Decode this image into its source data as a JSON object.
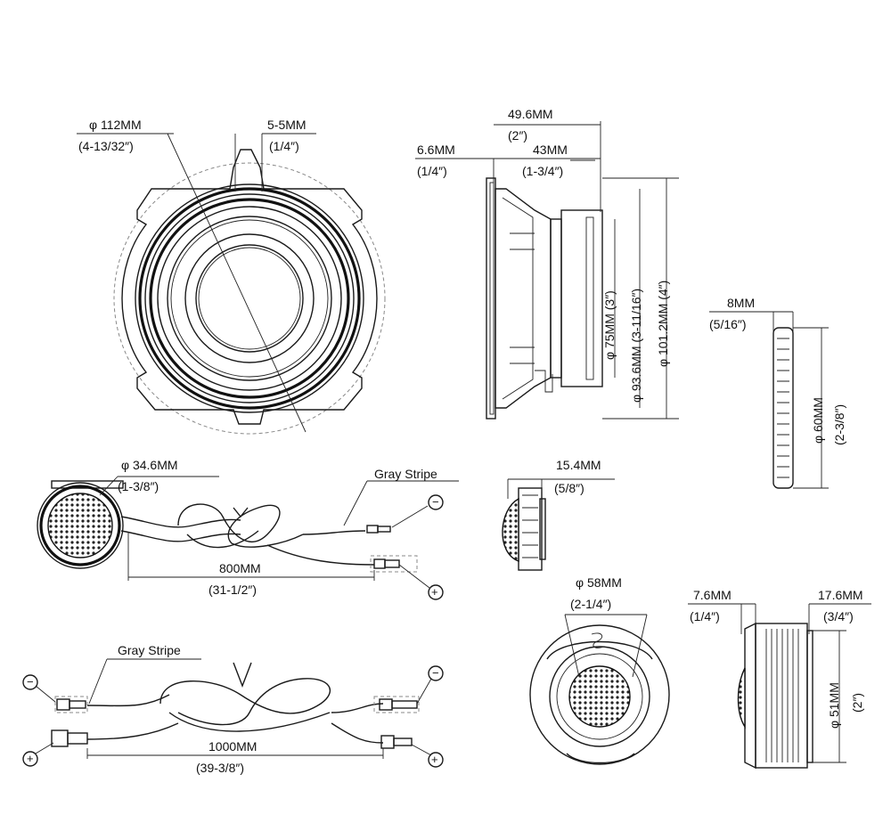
{
  "woofer_front": {
    "dia_mm": "φ 112MM",
    "dia_in": "(4-13/32″)",
    "tab_mm": "5-5MM",
    "tab_in": "(1/4″)"
  },
  "woofer_side": {
    "depth_mm": "49.6MM",
    "depth_in": "(2″)",
    "flange_mm": "6.6MM",
    "flange_in": "(1/4″)",
    "mount_mm": "43MM",
    "mount_in": "(1-3/4″)",
    "d75": "φ 75MM (3″)",
    "d93": "φ 93.6MM (3-11/16″)",
    "d101": "φ 101.2MM (4″)"
  },
  "ring": {
    "thick_mm": "8MM",
    "thick_in": "(5/16″)",
    "dia": "φ 60MM",
    "dia_in": "(2-3/8″)"
  },
  "tweeter_top": {
    "dia_mm": "φ 34.6MM",
    "dia_in": "(1-3/8″)",
    "wire_label": "Gray Stripe",
    "len_mm": "800MM",
    "len_in": "(31-1/2″)",
    "minus": "−",
    "plus": "+"
  },
  "tweeter_side": {
    "depth_mm": "15.4MM",
    "depth_in": "(5/8″)"
  },
  "crossover": {
    "wire_label": "Gray Stripe",
    "len_mm": "1000MM",
    "len_in": "(39-3/8″)",
    "minus": "−",
    "plus": "+"
  },
  "tweeter_mount": {
    "dia_mm": "φ 58MM",
    "dia_in": "(2-1/4″)"
  },
  "surface_mount": {
    "a_mm": "7.6MM",
    "a_in": "(1/4″)",
    "b_mm": "17.6MM",
    "b_in": "(3/4″)",
    "dia": "φ 51MM",
    "dia_in": "(2″)"
  }
}
